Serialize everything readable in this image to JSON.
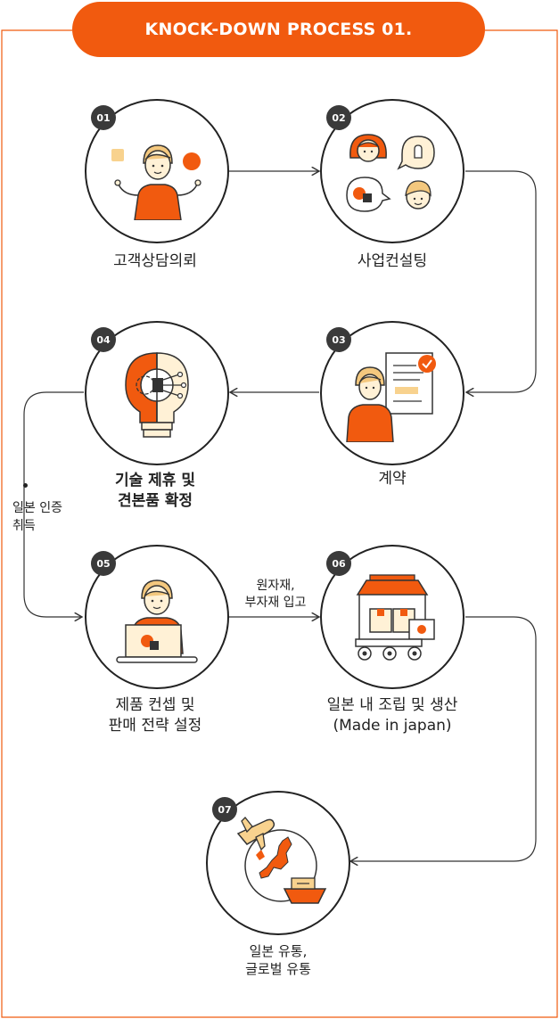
{
  "banner": {
    "title": "KNOCK-DOWN PROCESS 01."
  },
  "steps": [
    {
      "num": "01",
      "lines": [
        "고객상담의뢰"
      ]
    },
    {
      "num": "02",
      "lines": [
        "사업컨설팅"
      ]
    },
    {
      "num": "03",
      "lines": [
        "계약"
      ]
    },
    {
      "num": "04",
      "lines": [
        "기술 제휴 및",
        "견본품 확정"
      ]
    },
    {
      "num": "05",
      "lines": [
        "제품 컨셉 및",
        "판매 전략 설정"
      ]
    },
    {
      "num": "06",
      "lines": [
        "일본 내 조립 및 생산",
        "(Made in japan)"
      ]
    },
    {
      "num": "07",
      "lines": [
        "일본 유통,",
        "글로벌 유통"
      ]
    }
  ],
  "side_note": {
    "lines": [
      "일본 인증",
      "취득"
    ]
  },
  "arrow_label": {
    "lines": [
      "원자재,",
      "부자재 입고"
    ]
  },
  "colors": {
    "accent": "#f15a0f",
    "skin": "#fff1d6",
    "hair": "#f4c87e",
    "dark": "#333333"
  }
}
